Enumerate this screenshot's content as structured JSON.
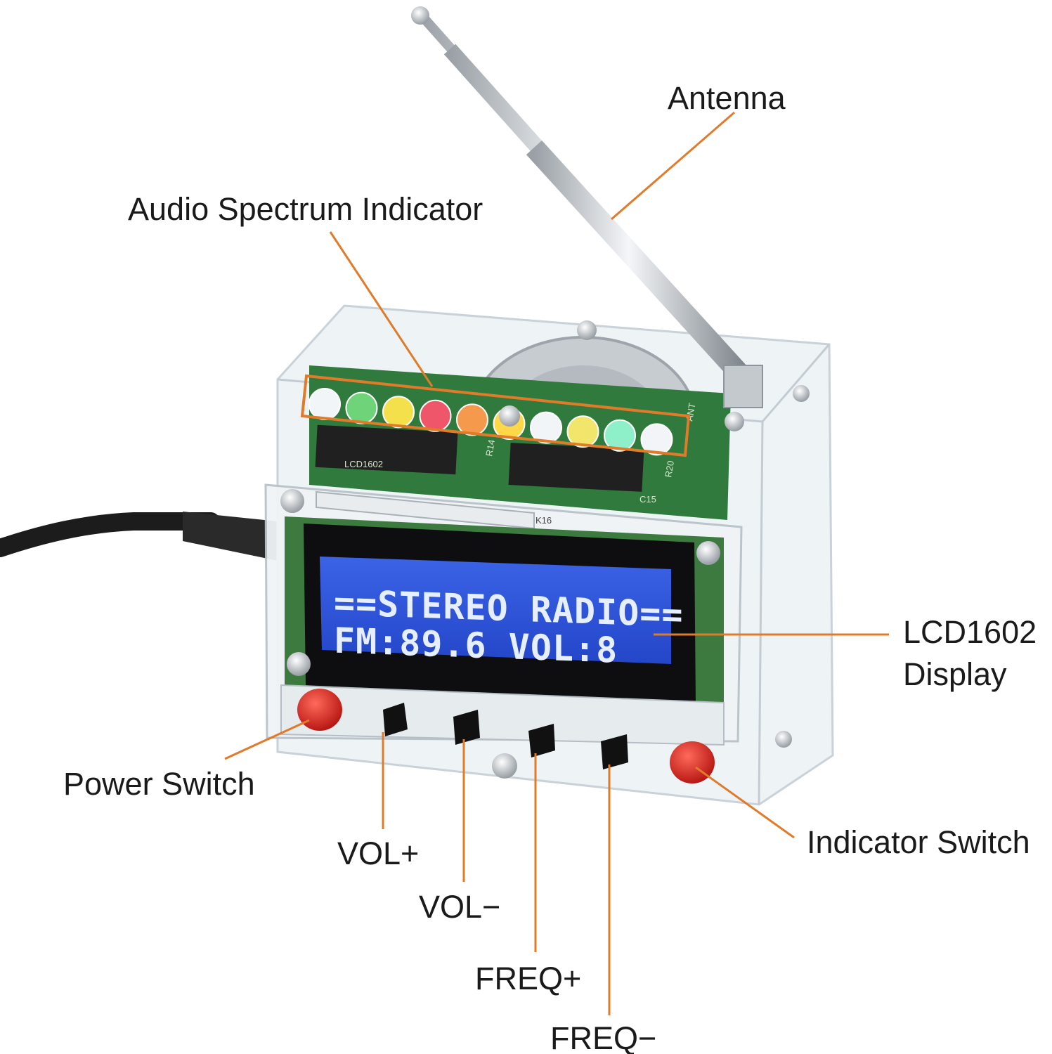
{
  "labels": {
    "antenna": "Antenna",
    "audio_spectrum": "Audio Spectrum Indicator",
    "lcd_line1": "LCD1602",
    "lcd_line2": "Display",
    "power_switch": "Power Switch",
    "indicator_switch": "Indicator Switch",
    "vol_plus": "VOL+",
    "vol_minus": "VOL−",
    "freq_plus": "FREQ+",
    "freq_minus": "FREQ−"
  },
  "lcd": {
    "line1": "==STEREO RADIO==",
    "line2": "FM:89.6  VOL:8"
  },
  "pcb_text": {
    "ant": "ANT",
    "r20": "R20",
    "r14": "R14",
    "c15": "C15",
    "lcd_pin": "LCD1602",
    "k16": "K16"
  },
  "colors": {
    "callout_line": "#e07b2a",
    "lcd_background": "#2f55d8",
    "pcb_green": "#2f7a3c",
    "button_red": "#d41f1f",
    "acrylic": "#e8eef2"
  },
  "leds": [
    "#f2f5f7",
    "#6fd37a",
    "#f4e04a",
    "#f0566a",
    "#f59a4d",
    "#ffd84a",
    "#f2f5f7",
    "#f2e56b",
    "#8ef0c8",
    "#f2f5f7"
  ]
}
